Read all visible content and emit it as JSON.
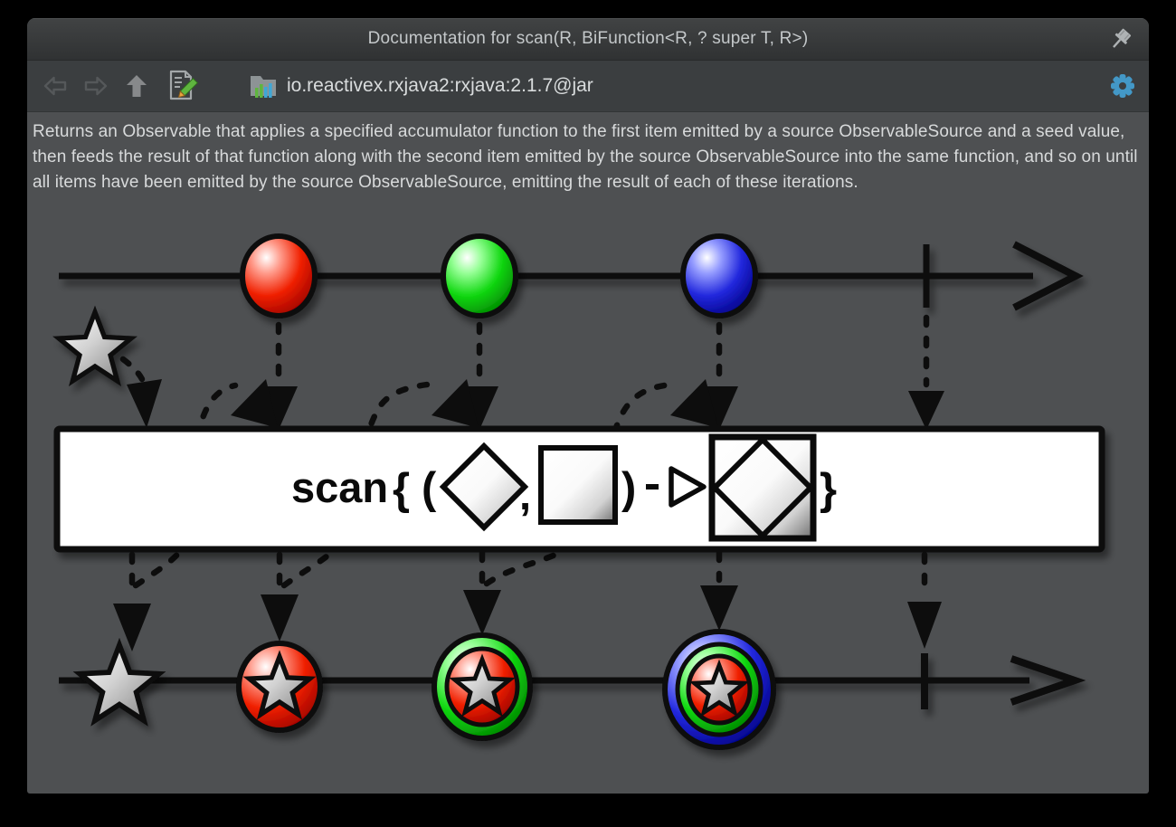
{
  "window": {
    "title": "Documentation for scan(R, BiFunction<R, ? super T, R>)"
  },
  "toolbar": {
    "library_path": "io.reactivex.rxjava2:rxjava:2.1.7@jar"
  },
  "doc": {
    "description": "Returns an Observable that applies a specified accumulator function to the first item emitted by a source ObservableSource and a seed value, then feeds the result of that function along with the second item emitted by the source ObservableSource into the same function, and so on until all items have been emitted by the source ObservableSource, emitting the result of each of these iterations."
  },
  "diagram": {
    "operator": "scan",
    "tokens": {
      "brace_open": "{",
      "paren_open": "(",
      "comma": ",",
      "paren_close": ")",
      "brace_close": "}"
    },
    "seed": {
      "shape": "star",
      "color": "gray"
    },
    "source_marbles": [
      {
        "color": "#e41a00",
        "name": "red"
      },
      {
        "color": "#16d516",
        "name": "green"
      },
      {
        "color": "#2226dd",
        "name": "blue"
      }
    ],
    "source_complete": true,
    "output_marbles": [
      {
        "layers": [
          "gray-star"
        ]
      },
      {
        "layers": [
          "red",
          "gray-star"
        ]
      },
      {
        "layers": [
          "green",
          "red",
          "gray-star"
        ]
      },
      {
        "layers": [
          "blue",
          "green",
          "red",
          "gray-star"
        ]
      }
    ],
    "output_complete": true
  },
  "colors": {
    "background": "#000000",
    "content_bg": "#4e5052",
    "toolbar_bg": "#3b3e40",
    "titlebar_top": "#414344",
    "titlebar_bottom": "#303233",
    "title_text": "#c4c8ca",
    "toolbar_text": "#d9dcdd",
    "doc_text": "#d8dadb",
    "gear_accent": "#4398c7",
    "pencil_green": "#5fb53f",
    "bar_blue": "#3fa7d6",
    "marble_red": "#e41a00",
    "marble_green": "#16d516",
    "marble_blue": "#2226dd",
    "star_gray": "#b9b9b9"
  }
}
